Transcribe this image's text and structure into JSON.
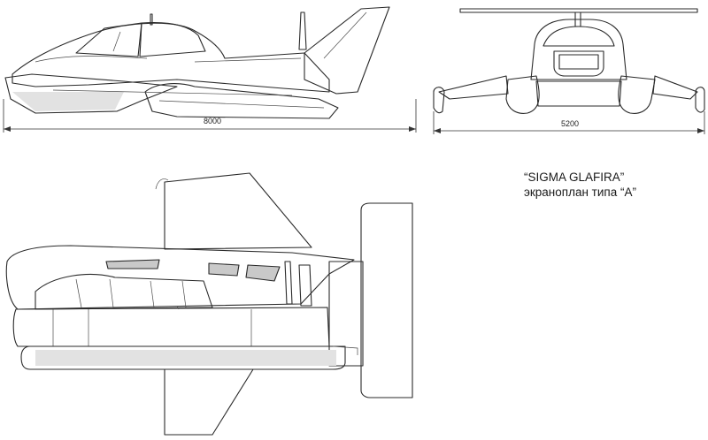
{
  "caption": {
    "title": "“SIGMA GLAFIRA”",
    "subtitle": "экраноплан типа “A”"
  },
  "dimensions": {
    "length": "8000",
    "span": "5200"
  }
}
